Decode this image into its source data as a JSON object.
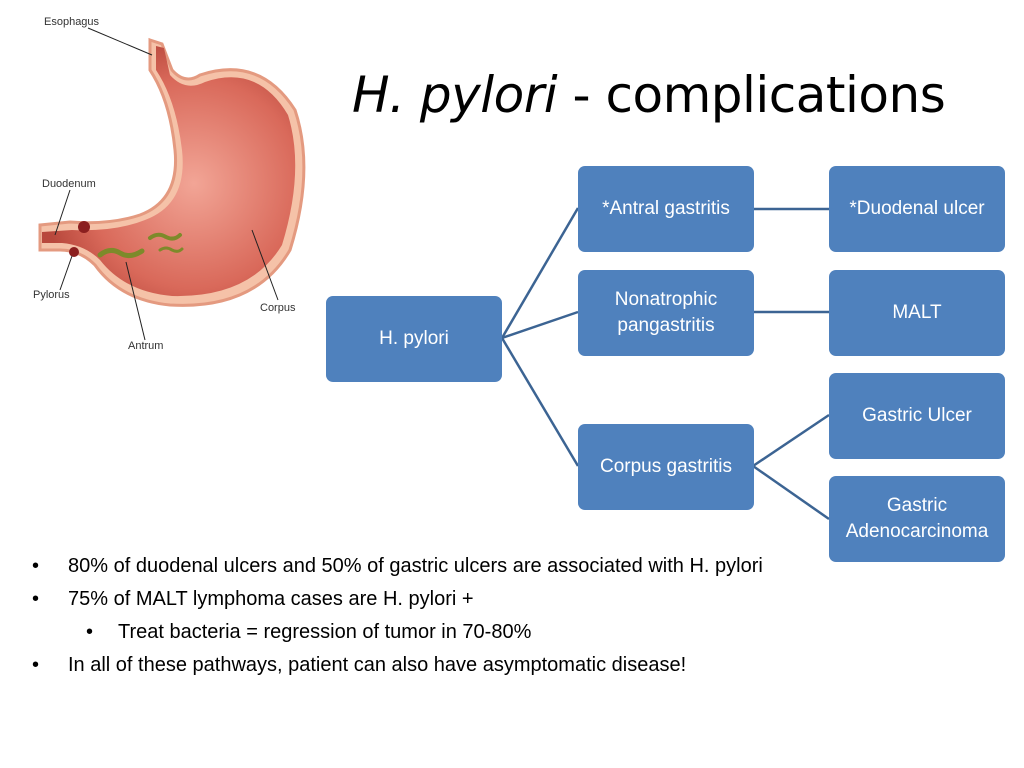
{
  "title": {
    "italic": "H. pylori",
    "rest": " - complications"
  },
  "illustration": {
    "labels": {
      "esophagus": "Esophagus",
      "duodenum": "Duodenum",
      "pylorus": "Pylorus",
      "antrum": "Antrum",
      "corpus": "Corpus"
    }
  },
  "diagram": {
    "root": "H. pylori",
    "level1": [
      "*Antral gastritis",
      "Nonatrophic pangastritis",
      "Corpus gastritis"
    ],
    "level2": [
      "*Duodenal ulcer",
      "MALT",
      "Gastric Ulcer",
      "Gastric Adenocarcinoma"
    ],
    "colors": {
      "box": "#4f81bd",
      "line": "#3c6493"
    }
  },
  "bullets": [
    {
      "level": 1,
      "text": "80% of duodenal ulcers and 50% of gastric ulcers are associated with H. pylori"
    },
    {
      "level": 1,
      "text": "75% of MALT lymphoma cases are H. pylori +"
    },
    {
      "level": 2,
      "text": "Treat bacteria = regression of tumor in 70-80%"
    },
    {
      "level": 1,
      "text": "In all of these pathways, patient can also have asymptomatic disease!"
    }
  ]
}
